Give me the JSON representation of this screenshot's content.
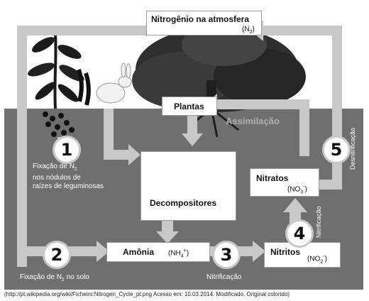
{
  "boxes": {
    "atmosphere": {
      "label": "Nitrogênio na atmosfera",
      "formula": "(N",
      "formula_sub": "2",
      "formula_end": ")"
    },
    "plants": {
      "label": "Plantas"
    },
    "decomposers": {
      "label": "Decompositores"
    },
    "ammonia": {
      "label": "Amônia",
      "formula": "(NH",
      "formula_sub": "4",
      "formula_sup": "+",
      "formula_end": ")"
    },
    "nitrites": {
      "label": "Nitritos",
      "formula": "(NO",
      "formula_sub": "2",
      "formula_sup": "-",
      "formula_end": ")"
    },
    "nitrates": {
      "label": "Nitratos",
      "formula": "(NO",
      "formula_sub": "3",
      "formula_sup": "-",
      "formula_end": ")"
    }
  },
  "steps": [
    "1",
    "2",
    "3",
    "4",
    "5"
  ],
  "labels": {
    "assimilation": "Assimilação",
    "fixation_nodules_1": "Fixação de N",
    "fixation_nodules_1_sub": "2",
    "fixation_nodules_2": "nos nódulos de",
    "fixation_nodules_3": "raízes de leguminosas",
    "fixation_soil": "Fixação de N",
    "fixation_soil_sub": "2",
    "fixation_soil_end": " no solo",
    "nitrification_bottom": "Nitrificação",
    "nitrification_side": "Nitrificação",
    "denitrification": "Desnitrificação"
  },
  "source": "(http://pt.wikipedia.org/wiki/Ficheiro:Nitrogen_Cycle_pt.png Acesso em: 10.03.2014. Modificado. Original colorido)",
  "colors": {
    "soil": "#6f6f6f",
    "arrows": "#c8c8c8",
    "boxes": "#ffffff"
  }
}
